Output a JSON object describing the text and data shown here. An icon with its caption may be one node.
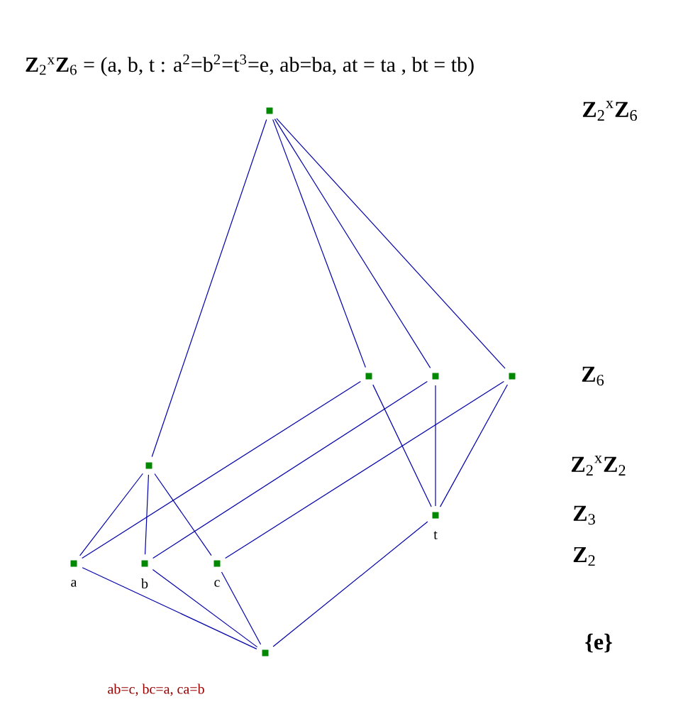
{
  "diagram": {
    "title": "**Z**$_{2}$$^{x}$**Z**$_{6}$  =   (a, b, t :  a$^{2}$=b$^{2}$=t$^{3}$=e, ab=ba, at = ta , bt = tb)",
    "nodes": [
      {
        "text": [],
        "shape": "box"
      },
      {
        "text": [],
        "shape": "box"
      },
      {
        "text": [],
        "shape": "box"
      },
      {
        "text": [],
        "shape": "box"
      },
      {
        "text": [],
        "shape": "box"
      },
      {
        "text": [
          "t"
        ]
      },
      {
        "text": [
          "a"
        ]
      },
      {
        "text": [
          "b"
        ]
      },
      {
        "text": [
          "c"
        ]
      },
      {
        "text": [],
        "shape": "box"
      }
    ],
    "edges": [
      {
        "from": 0,
        "to": 4,
        "arrow": "none"
      },
      {
        "from": 0,
        "to": 1,
        "arrow": "none"
      },
      {
        "from": 0,
        "to": 2,
        "arrow": "none"
      },
      {
        "from": 0,
        "to": 3,
        "arrow": "none"
      },
      {
        "from": 1,
        "to": 6,
        "arrow": "none"
      },
      {
        "from": 2,
        "to": 7,
        "arrow": "none"
      },
      {
        "from": 3,
        "to": 8,
        "arrow": "none"
      },
      {
        "from": 1,
        "to": 5,
        "arrow": "none"
      },
      {
        "from": 2,
        "to": 5,
        "arrow": "none"
      },
      {
        "from": 3,
        "to": 5,
        "arrow": "none"
      },
      {
        "from": 4,
        "to": 6,
        "arrow": "none"
      },
      {
        "from": 4,
        "to": 7,
        "arrow": "none"
      },
      {
        "from": 4,
        "to": 8,
        "arrow": "none"
      },
      {
        "from": 6,
        "to": 9,
        "arrow": "none"
      },
      {
        "from": 7,
        "to": 9,
        "arrow": "none"
      },
      {
        "from": 8,
        "to": 9,
        "arrow": "none"
      },
      {
        "from": 5,
        "to": 9,
        "arrow": "none"
      }
    ],
    "labels": [
      "**Z**$_{2}$$^{x}$**Z**$_{6}$",
      "**Z**$_{6}$",
      "**Z**$_{2}$$^{x}$**Z**$_{2}$",
      "**Z**$_{3}$",
      "**Z**$_{2}$",
      "{e}",
      "ab=c, bc=a, ca=b"
    ]
  }
}
